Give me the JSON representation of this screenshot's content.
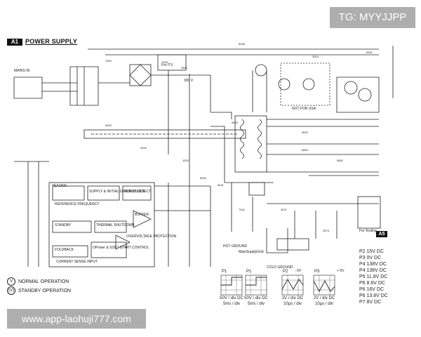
{
  "header": {
    "badge": "A1",
    "title": "POWER SUPPLY"
  },
  "watermarks": {
    "top_right": "TG: MYYJJPP",
    "bottom_left": "www.app-laohuji777.com"
  },
  "legend": {
    "normal_symbol": "V",
    "normal": "NORMAL OPERATION",
    "standby_symbol": "(V)",
    "standby": "STANDBY OPERATION"
  },
  "section_tag": "A5",
  "labels": {
    "mains_in": "MAINS IN",
    "for_itv": "For ITV",
    "not_for_usa": "NOT FOR USA",
    "for_testing": "For Testing",
    "hot_ground": "HOT GROUND",
    "cold_ground": "COLD GROUND",
    "mainsupply_gnd": "MainSupplyGnd",
    "ic_standby": "STANDBY",
    "ic_buffer": "BUFFER",
    "ic_current_sense": "CURRENT SENSE INPUT",
    "ic_foldback": "FOLDBACK",
    "ic_supply": "SUPPLY & INITIALIZATION BLOCK",
    "ic_soft_start": "OPower & SOFT START CONTROL",
    "ic_overvolt": "OVERVOLTAGE PROTECTION",
    "ic_thermal": "THERMAL SHUTDOWN",
    "ic_burst": "BURST DETECT",
    "ic_ref": "REFERENCE FREQUENCY",
    "ic_name": "TEA1506",
    "v_300": "300 V",
    "rail_pos": "+ 0V",
    "rail_neg": "- 0V"
  },
  "voltages": [
    "P2 15V DC",
    "P3 0V DC",
    "P4 138V DC",
    "P4 136V DC",
    "P5 11.8V DC",
    "P6 8.6V DC",
    "P6 16V DC",
    "P6 13.8V DC",
    "P7 8V DC"
  ],
  "scopes": [
    {
      "id": "P1",
      "caption1": "50V / div DC",
      "caption2": "5ms / div"
    },
    {
      "id": "P1",
      "caption1": "50V / div DC",
      "caption2": "5ms / div"
    },
    {
      "id": "P2",
      "caption1": "2V / div DC",
      "caption2": "10µs / div"
    },
    {
      "id": "P3",
      "caption1": "2V / div DC",
      "caption2": "10µs / div"
    }
  ]
}
